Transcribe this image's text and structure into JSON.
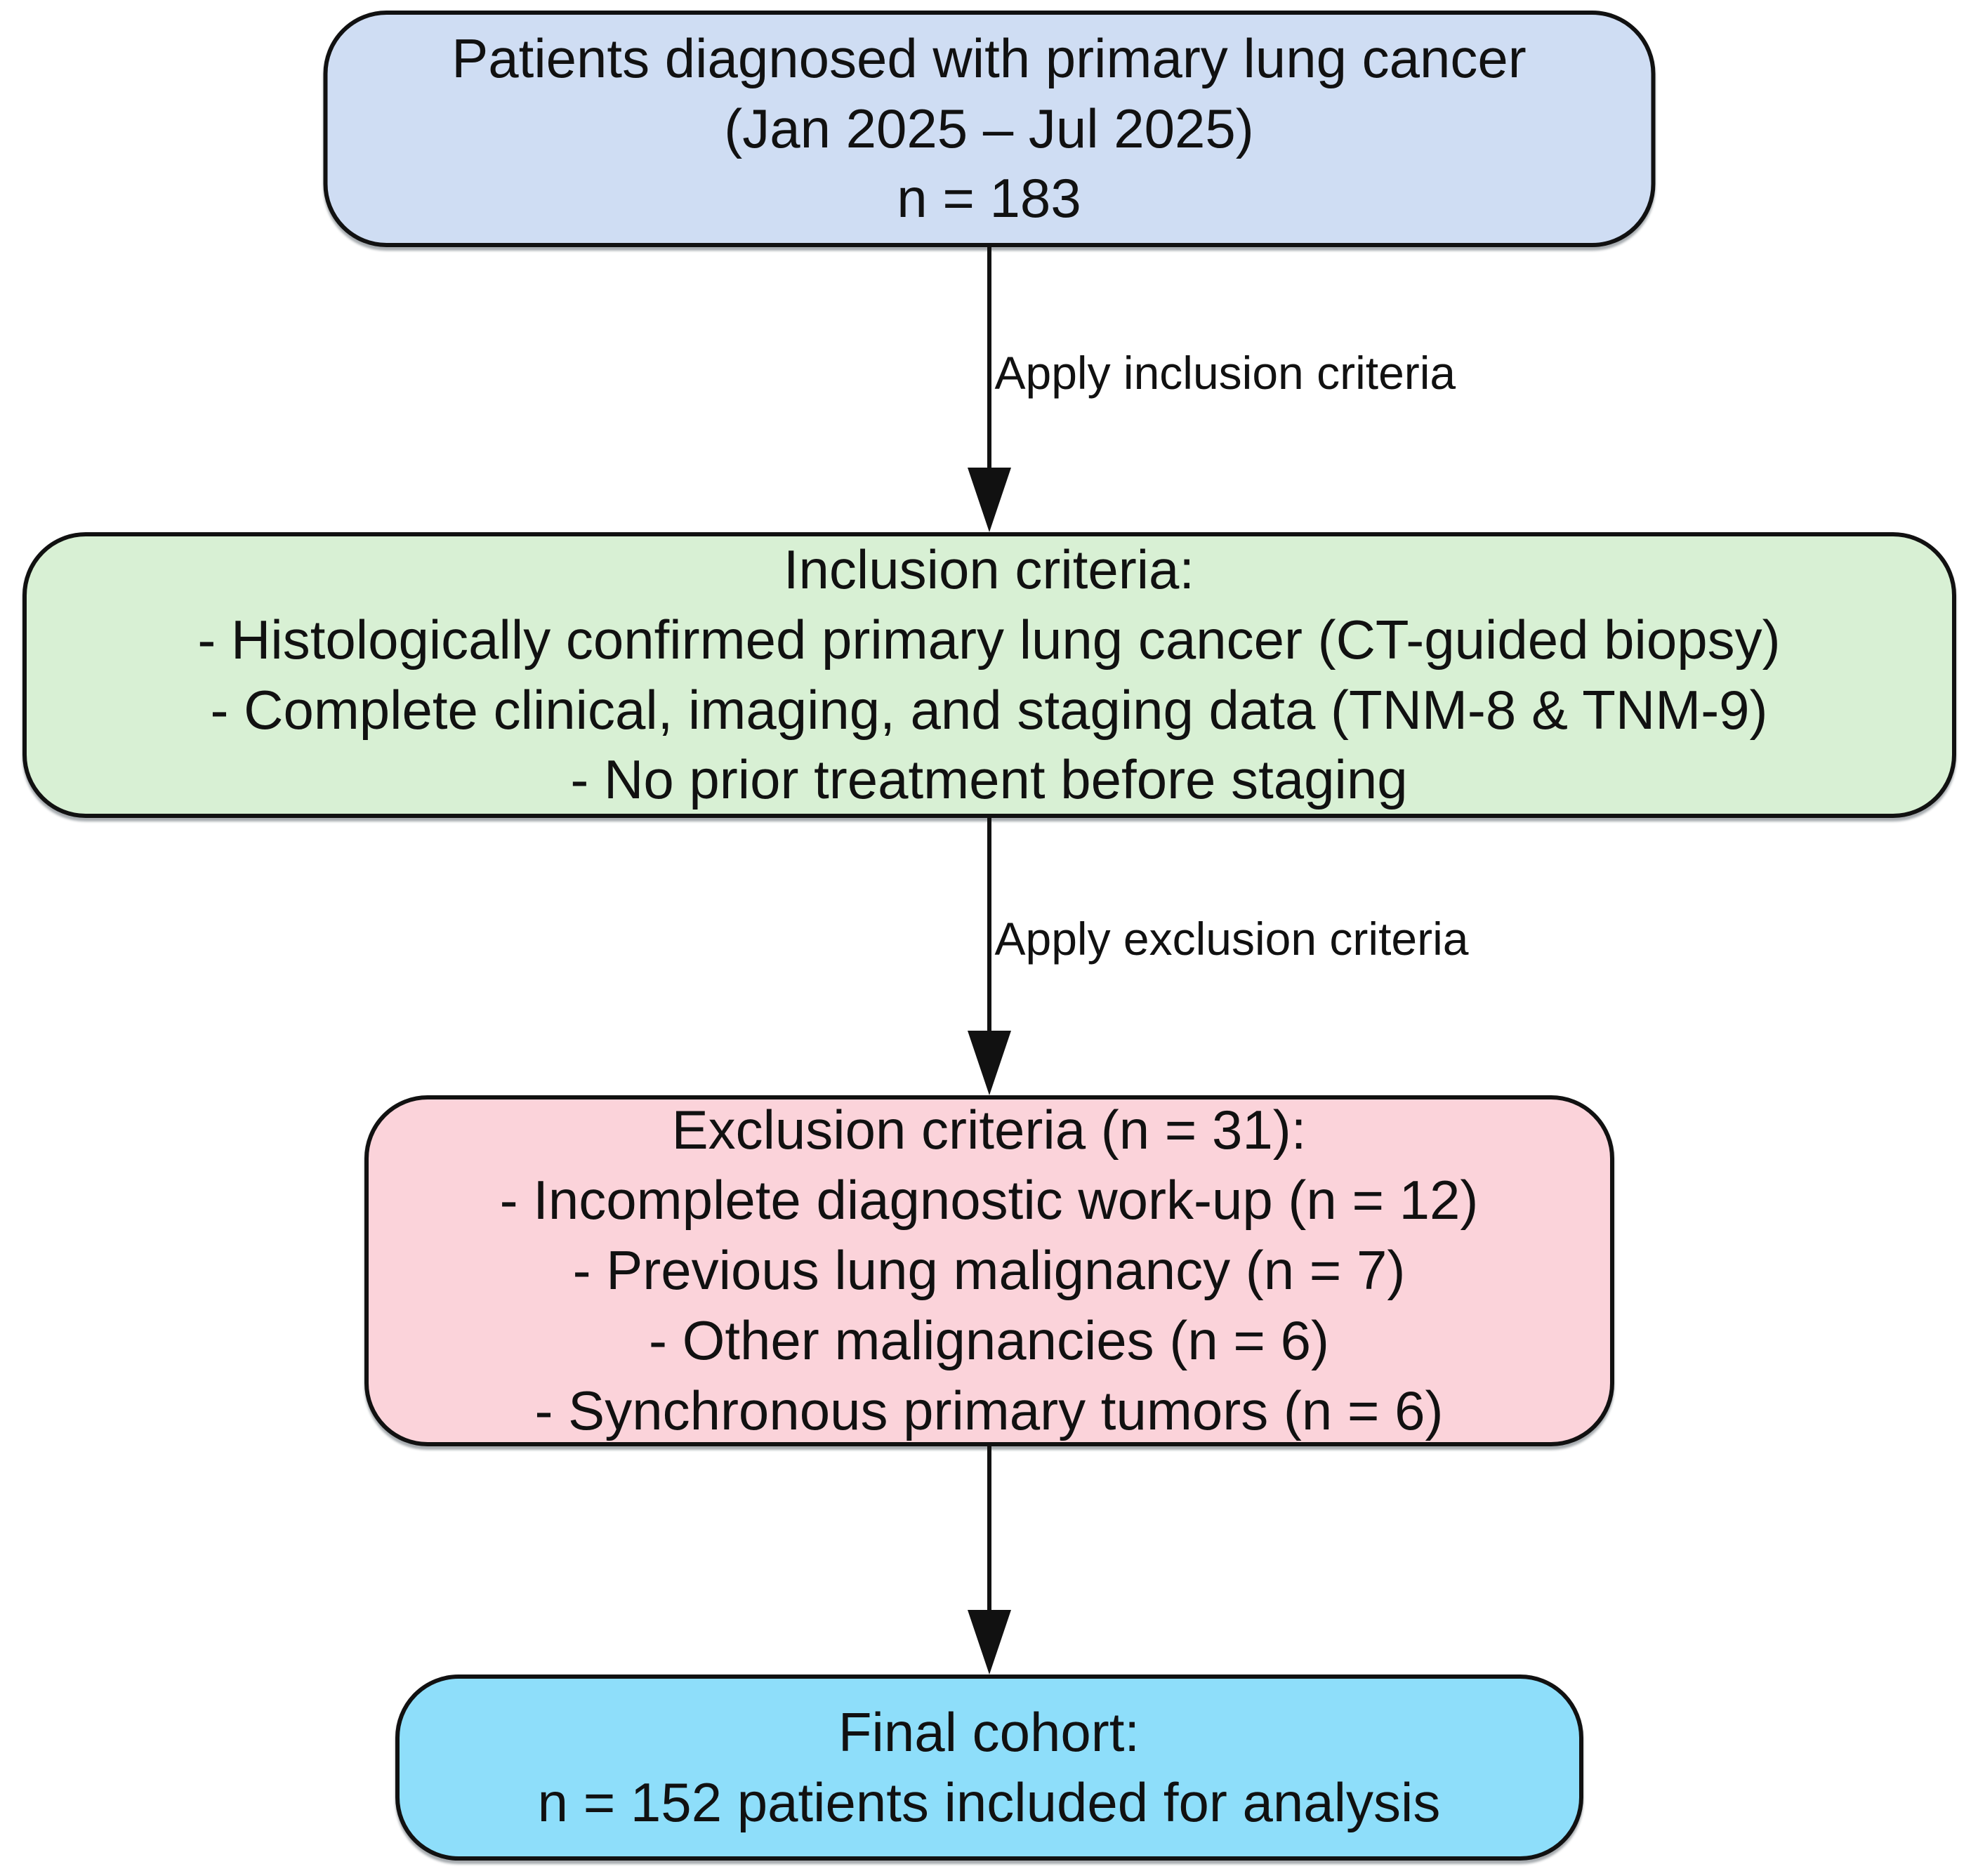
{
  "page": {
    "background_color": "#ffffff",
    "text_color": "#111111",
    "border_color": "#111111"
  },
  "diagram": {
    "type": "patient-flowchart",
    "boxes": [
      {
        "id": "population",
        "fill": "#cfddf3",
        "lines": [
          "Patients diagnosed with primary lung cancer",
          "(Jan 2025 – Jul 2025)",
          "n = 183"
        ]
      },
      {
        "id": "inclusion-criteria",
        "fill": "#d8f0d4",
        "lines": [
          "Inclusion criteria:",
          "- Histologically confirmed primary lung cancer (CT-guided biopsy)",
          "- Complete clinical, imaging, and staging data (TNM-8 & TNM-9)",
          "- No prior treatment before staging"
        ]
      },
      {
        "id": "exclusion-criteria",
        "fill": "#fbd3da",
        "lines": [
          "Exclusion criteria (n = 31):",
          "- Incomplete diagnostic work-up (n = 12)",
          "- Previous lung malignancy (n = 7)",
          "- Other malignancies (n = 6)",
          "- Synchronous primary tumors (n = 6)"
        ]
      },
      {
        "id": "final-cohort",
        "fill": "#8edefa",
        "lines": [
          "Final cohort:",
          "n = 152 patients included for analysis"
        ]
      }
    ],
    "arrows": [
      {
        "label": "Apply inclusion criteria"
      },
      {
        "label": "Apply exclusion criteria"
      },
      {
        "label": ""
      }
    ]
  }
}
